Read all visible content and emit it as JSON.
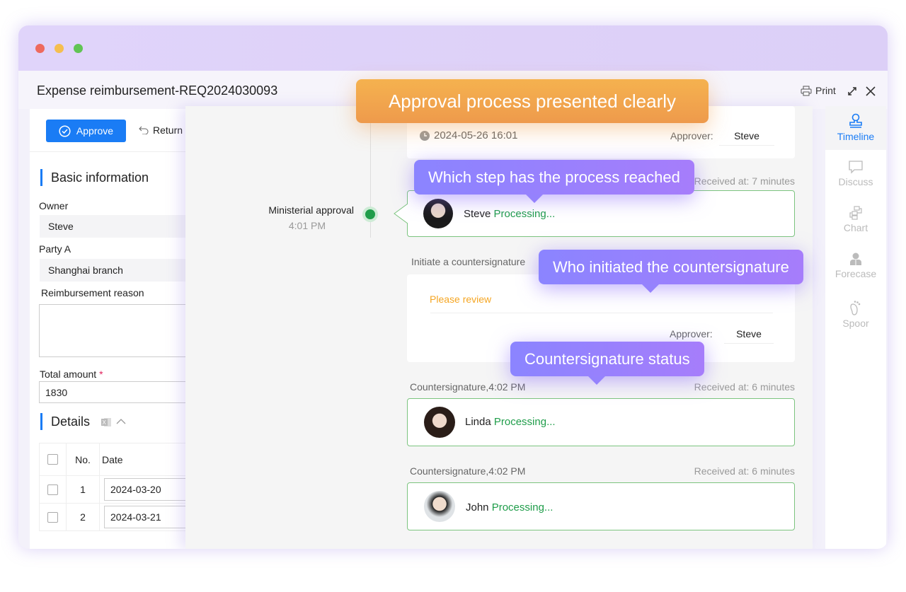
{
  "window": {
    "title": "Expense reimbursement-REQ2024030093",
    "print_label": "Print",
    "traffic_colors": [
      "#ee6a5e",
      "#f5be4f",
      "#61c454"
    ]
  },
  "toolbar": {
    "approve_label": "Approve",
    "return_label": "Return"
  },
  "form": {
    "basic_title": "Basic information",
    "owner_label": "Owner",
    "owner_value": "Steve",
    "party_label": "Party A",
    "party_value": "Shanghai branch",
    "reason_label": "Reimbursement reason",
    "reason_value": "",
    "total_label": "Total amount",
    "required_mark": "*",
    "total_value": "1830",
    "details_title": "Details",
    "table": {
      "headers": [
        "No.",
        "Date"
      ],
      "rows": [
        {
          "no": "1",
          "date": "2024-03-20"
        },
        {
          "no": "2",
          "date": "2024-03-21"
        }
      ]
    }
  },
  "timeline": {
    "first_card": {
      "datetime": "2024-05-26  16:01",
      "approver_label": "Approver:",
      "approver": "Steve"
    },
    "step": {
      "name": "Ministerial approval",
      "time": "4:01 PM",
      "received": "Received at: 7 minutes",
      "person": "Steve",
      "status": "Processing..."
    },
    "initiate": {
      "title": "Initiate a countersignature",
      "comment": "Please review",
      "approver_label": "Approver:",
      "approver": "Steve"
    },
    "countersigns": [
      {
        "title": "Countersignature,4:02 PM",
        "received": "Received at: 6 minutes",
        "person": "Linda",
        "status": "Processing..."
      },
      {
        "title": "Countersignature,4:02 PM",
        "received": "Received at: 6 minutes",
        "person": "John",
        "status": "Processing..."
      }
    ]
  },
  "sidebar": {
    "items": [
      {
        "label": "Timeline",
        "icon": "stamp-icon",
        "active": true
      },
      {
        "label": "Discuss",
        "icon": "comment-icon"
      },
      {
        "label": "Chart",
        "icon": "flowchart-icon"
      },
      {
        "label": "Forecase",
        "icon": "person-icon"
      },
      {
        "label": "Spoor",
        "icon": "footprint-icon"
      }
    ]
  },
  "callouts": {
    "main": "Approval process presented clearly",
    "step": "Which step has the process reached",
    "initiator": "Who initiated the countersignature",
    "status": "Countersignature status"
  },
  "colors": {
    "accent": "#1a7cf5",
    "processing": "#1f9d4a",
    "comment": "#f5a623",
    "callout_orange": "#f0a050",
    "callout_purple": "#9781fd"
  }
}
